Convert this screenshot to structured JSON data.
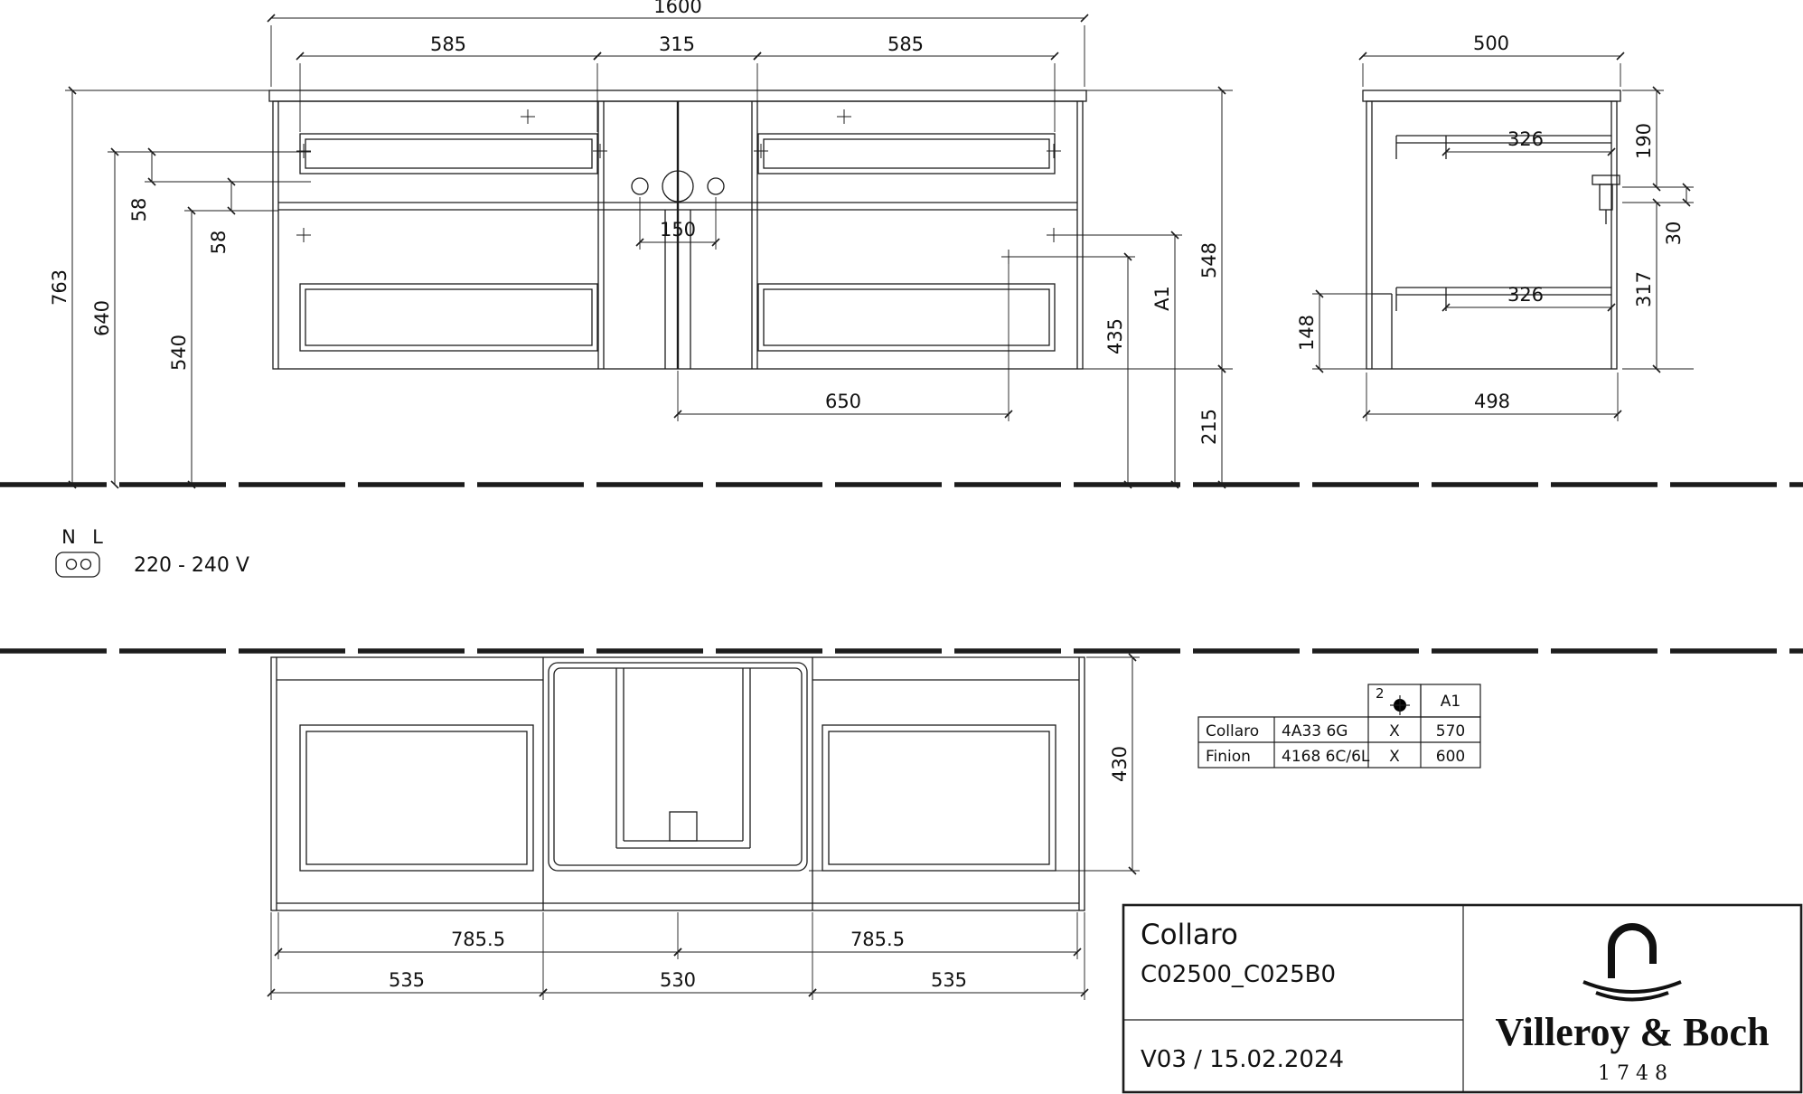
{
  "drawing": {
    "front": {
      "dim_1600": "1600",
      "dim_585_left": "585",
      "dim_315": "315",
      "dim_585_right": "585",
      "dim_763": "763",
      "dim_640": "640",
      "dim_58_a": "58",
      "dim_58_b": "58",
      "dim_540": "540",
      "dim_150": "150",
      "dim_650": "650",
      "dim_548": "548",
      "dim_A1": "A1",
      "dim_435": "435",
      "dim_215": "215"
    },
    "side": {
      "dim_500": "500",
      "dim_326_top": "326",
      "dim_190": "190",
      "dim_30": "30",
      "dim_326_bottom": "326",
      "dim_317": "317",
      "dim_148": "148",
      "dim_498": "498"
    },
    "plan": {
      "dim_430": "430",
      "dim_785_left": "785.5",
      "dim_785_right": "785.5",
      "dim_535_left": "535",
      "dim_530": "530",
      "dim_535_right": "535"
    }
  },
  "electrical": {
    "label_n": "N",
    "label_l": "L",
    "voltage": "220 - 240 V"
  },
  "spec_table": {
    "header_note": "2",
    "header_a1": "A1",
    "rows": [
      {
        "name": "Collaro",
        "code": "4A33 6G",
        "mark": "X",
        "value": "570"
      },
      {
        "name": "Finion",
        "code": "4168 6C/6L",
        "mark": "X",
        "value": "600"
      }
    ]
  },
  "title_block": {
    "product": "Collaro",
    "article": "C02500_C025B0",
    "version": "V03 / 15.02.2024",
    "brand": "Villeroy & Boch",
    "year": "1748"
  }
}
